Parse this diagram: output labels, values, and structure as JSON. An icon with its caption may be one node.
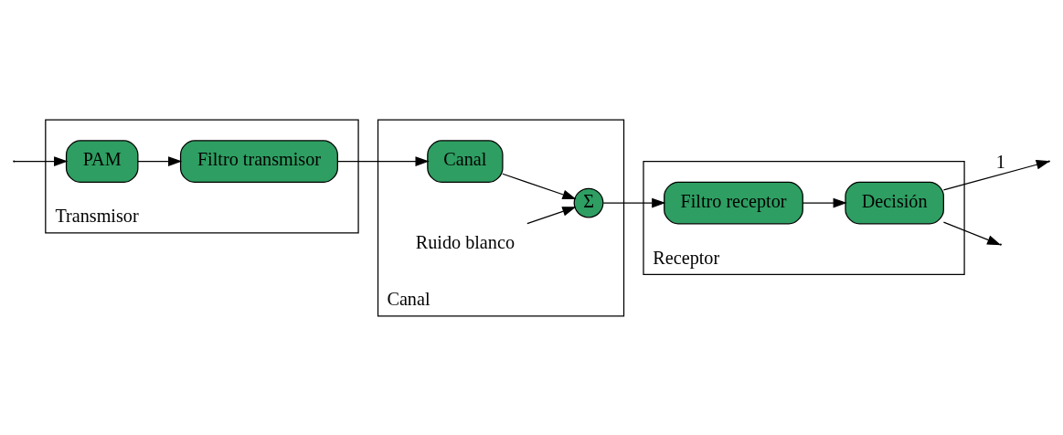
{
  "diagram": {
    "nodes": [
      {
        "text": [
          "Transmisor"
        ]
      },
      {
        "text": [
          "PAM"
        ],
        "in": 0
      },
      {
        "text": [
          "Filtro transmisor"
        ],
        "in": 0
      },
      {
        "text": [
          "Canal"
        ]
      },
      {
        "text": [
          "Canal"
        ],
        "in": 3
      },
      {
        "text": [
          "Σ"
        ],
        "in": 3
      },
      {
        "text": [
          "Ruido blanco"
        ],
        "in": 3
      },
      {
        "text": [
          "Receptor"
        ]
      },
      {
        "text": [
          "Filtro receptor"
        ],
        "in": 7
      },
      {
        "text": [
          "Decisión"
        ],
        "in": 7
      }
    ],
    "edges": [
      {
        "from": null,
        "to": 1,
        "arrow": "to"
      },
      {
        "from": 1,
        "to": 2,
        "arrow": "to"
      },
      {
        "from": 2,
        "to": 4,
        "arrow": "to"
      },
      {
        "from": 4,
        "to": 5,
        "arrow": "to"
      },
      {
        "from": 6,
        "to": 5,
        "arrow": "to"
      },
      {
        "from": 5,
        "to": 8,
        "arrow": "to"
      },
      {
        "from": 8,
        "to": 9,
        "arrow": "to"
      },
      {
        "from": 9,
        "to": null,
        "arrow": "to",
        "label": "1"
      },
      {
        "from": 9,
        "to": null,
        "arrow": "to"
      }
    ]
  }
}
